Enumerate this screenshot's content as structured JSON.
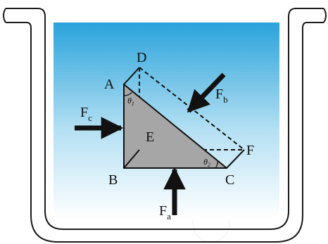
{
  "vertices": {
    "a": "A",
    "b": "B",
    "c": "C",
    "d": "D",
    "e": "E",
    "f": "F"
  },
  "forces": {
    "fa": {
      "main": "F",
      "sub": "a"
    },
    "fb": {
      "main": "F",
      "sub": "b"
    },
    "fc": {
      "main": "F",
      "sub": "c"
    }
  },
  "angles": {
    "theta1": {
      "main": "θ",
      "sub": "1"
    },
    "theta2": {
      "main": "θ",
      "sub": "2"
    }
  },
  "colors": {
    "water_top": "#2aa3db",
    "water_bottom": "#ffffff",
    "prism_face": "#a6a6a6",
    "vessel": "#1a1a1a"
  }
}
